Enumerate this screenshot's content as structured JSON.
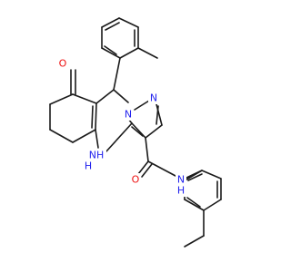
{
  "colors": {
    "carbon_bond": "#1a1a1a",
    "nitrogen": "#2222ee",
    "oxygen": "#ee1111",
    "background": "#ffffff"
  },
  "atom_labels": {
    "ketone_oxygen": "O",
    "amide_oxygen": "O",
    "n_pyrazole_1": "N",
    "n_pyrazole_2": "N",
    "amine_nh": "NH",
    "amine_h": "H",
    "amide_n": "N",
    "amide_h": "H"
  }
}
